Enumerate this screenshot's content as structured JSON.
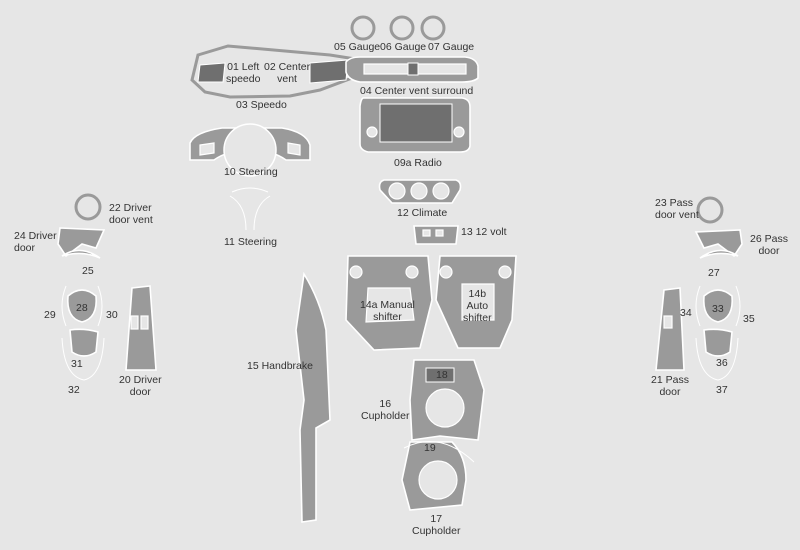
{
  "parts": {
    "p01": "01 Left\nspeedo",
    "p02": "02 Center\nvent",
    "p03": "03 Speedo",
    "p04": "04 Center vent surround",
    "p05": "05 Gauge",
    "p06": "06 Gauge",
    "p07": "07 Gauge",
    "p09a": "09a Radio",
    "p10": "10 Steering",
    "p11": "11 Steering",
    "p12": "12 Climate",
    "p13": "13 12 volt",
    "p14a": "14a Manual\nshifter",
    "p14b": "14b\nAuto\nshifter",
    "p15": "15 Handbrake",
    "p16": "16\nCupholder",
    "p17": "17\nCupholder",
    "p18": "18",
    "p19": "19",
    "p20": "20 Driver\ndoor",
    "p21": "21 Pass\ndoor",
    "p22": "22 Driver\ndoor vent",
    "p23": "23 Pass\ndoor vent",
    "p24": "24 Driver\ndoor",
    "p25": "25",
    "p26": "26 Pass\ndoor",
    "p27": "27",
    "p28": "28",
    "p29": "29",
    "p30": "30",
    "p31": "31",
    "p32": "32",
    "p33": "33",
    "p34": "34",
    "p35": "35",
    "p36": "36",
    "p37": "37"
  }
}
